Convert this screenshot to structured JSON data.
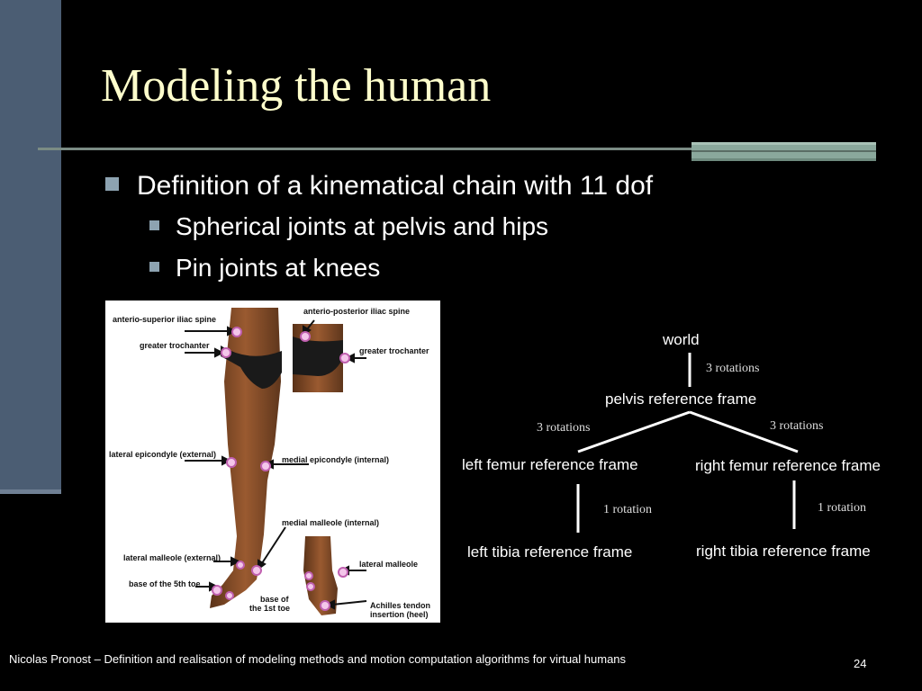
{
  "slide": {
    "title": "Modeling the human",
    "bullets": {
      "main": "Definition of a kinematical chain with 11 dof",
      "sub": [
        "Spherical joints at pelvis and hips",
        "Pin joints at knees"
      ]
    }
  },
  "figure": {
    "labels": {
      "asis": "anterio-superior iliac spine",
      "gt_front": "greater trochanter",
      "lat_epi": "lateral epicondyle (external)",
      "med_epi": "medial epicondyle (internal)",
      "med_mal": "medial malleole (internal)",
      "lat_mal_ext": "lateral malleole (external)",
      "fifth_toe": "base of the 5th toe",
      "first_toe_1": "base of",
      "first_toe_2": "the 1st toe",
      "apis": "anterio-posterior iliac spine",
      "gt_side": "greater trochanter",
      "lat_mal": "lateral malleole",
      "achilles_1": "Achilles tendon",
      "achilles_2": "insertion (heel)"
    }
  },
  "tree": {
    "world": "world",
    "pelvis": "pelvis reference frame",
    "left_femur": "left femur reference frame",
    "right_femur": "right femur reference frame",
    "left_tibia": "left tibia reference frame",
    "right_tibia": "right tibia reference frame",
    "rot_world_pelvis": "3 rotations",
    "rot_left_hip": "3 rotations",
    "rot_right_hip": "3 rotations",
    "rot_left_knee": "1 rotation",
    "rot_right_knee": "1 rotation"
  },
  "footer": {
    "text": "Nicolas Pronost – Definition and realisation of modeling methods and motion computation algorithms for virtual humans",
    "page": "24"
  },
  "colors": {
    "title": "#ffffcc",
    "band": "#4b5d73",
    "accent": "#8aa89c",
    "bullet": "#8da3b1",
    "marker": "#e8a0d8"
  }
}
